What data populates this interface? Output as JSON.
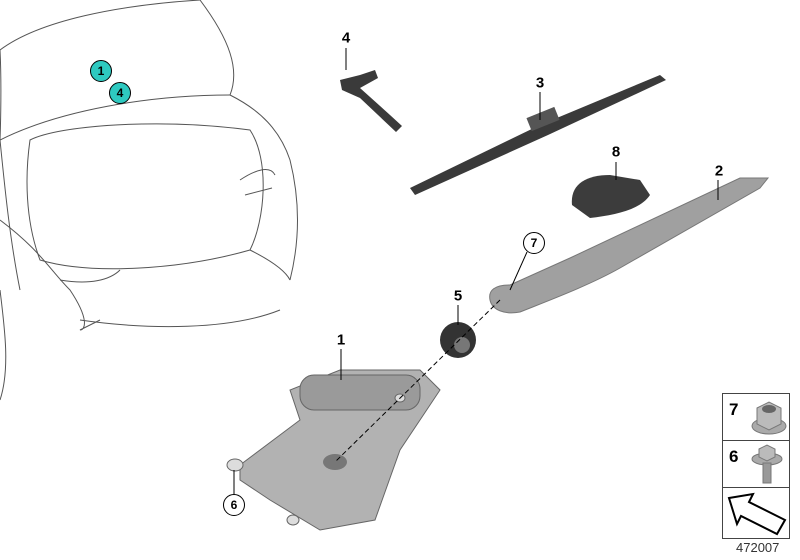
{
  "callouts": {
    "car_1": "1",
    "car_4": "4",
    "part_4": "4",
    "part_3": "3",
    "part_8": "8",
    "part_2": "2",
    "part_7": "7",
    "part_5": "5",
    "part_1": "1",
    "part_6": "6"
  },
  "legend_panel": {
    "items": [
      {
        "number": "7",
        "icon": "flange-nut-icon"
      },
      {
        "number": "6",
        "icon": "flange-bolt-icon"
      },
      {
        "number": "",
        "icon": "direction-arrow-icon"
      }
    ]
  },
  "diagram_number": "472007",
  "colors": {
    "highlight": "#2ec9c0",
    "part_gray": "#9a9a9a",
    "dark_part": "#3a3a3a"
  }
}
